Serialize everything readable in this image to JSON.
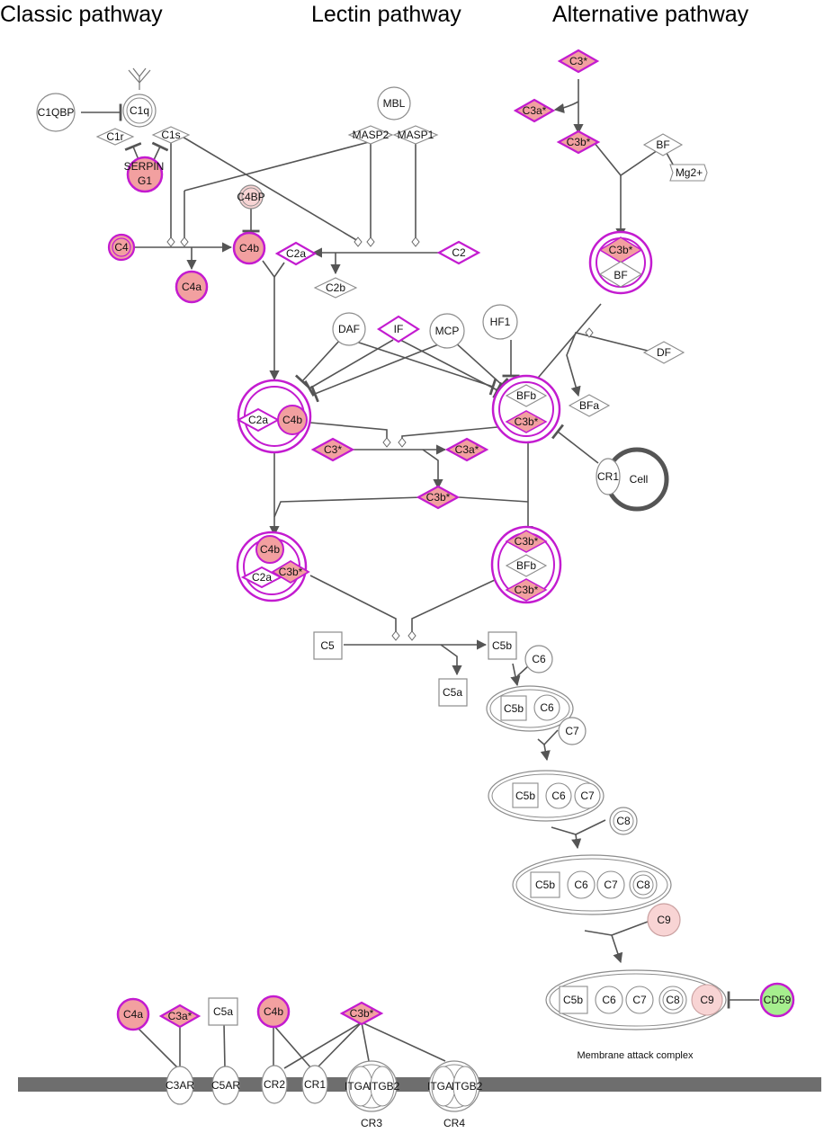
{
  "titles": {
    "classic": "Classic pathway",
    "lectin": "Lectin pathway",
    "alternative": "Alternative pathway"
  },
  "colors": {
    "magenta": "#c31bd0",
    "pink": "#f2a0a0",
    "light_pink": "#f8d4d4",
    "green": "#a6ef8e",
    "outline": "#8c8c8c",
    "edge": "#555555",
    "membrane": "#6e6e6e",
    "cell": "#555555"
  },
  "nodes": {
    "c1qbp": "C1QBP",
    "c1q": "C1q",
    "c1r": "C1r",
    "c1s": "C1s",
    "serping1_a": "SERPIN",
    "serping1_b": "G1",
    "mbl": "MBL",
    "masp2": "MASP2",
    "masp1": "MASP1",
    "c4bp": "C4BP",
    "c4": "C4",
    "c4b": "C4b",
    "c4a": "C4a",
    "c2a": "C2a",
    "c2b": "C2b",
    "c2": "C2",
    "c3_alt": "C3*",
    "c3a_alt": "C3a*",
    "c3b_alt": "C3b*",
    "bf": "BF",
    "mg2": "Mg2+",
    "daf": "DAF",
    "if": "IF",
    "mcp": "MCP",
    "hf1": "HF1",
    "df": "DF",
    "bfb": "BFb",
    "bfa": "BFa",
    "c3_mid": "C3*",
    "c3a_mid": "C3a*",
    "c3b_mid": "C3b*",
    "cr1": "CR1",
    "cell": "Cell",
    "c5": "C5",
    "c5b": "C5b",
    "c5a": "C5a",
    "c6": "C6",
    "c7": "C7",
    "c8": "C8",
    "c9": "C9",
    "cd59": "CD59",
    "mac": "Membrane attack complex",
    "r_c4a": "C4a",
    "r_c3a": "C3a*",
    "r_c5a": "C5a",
    "r_c4b": "C4b",
    "r_c3b": "C3b*",
    "c3ar": "C3AR",
    "c5ar": "C5AR",
    "cr2": "CR2",
    "r_cr1": "CR1",
    "itga": "ITGA",
    "itgb2": "ITGB2",
    "cr3": "CR3",
    "cr4": "CR4"
  }
}
